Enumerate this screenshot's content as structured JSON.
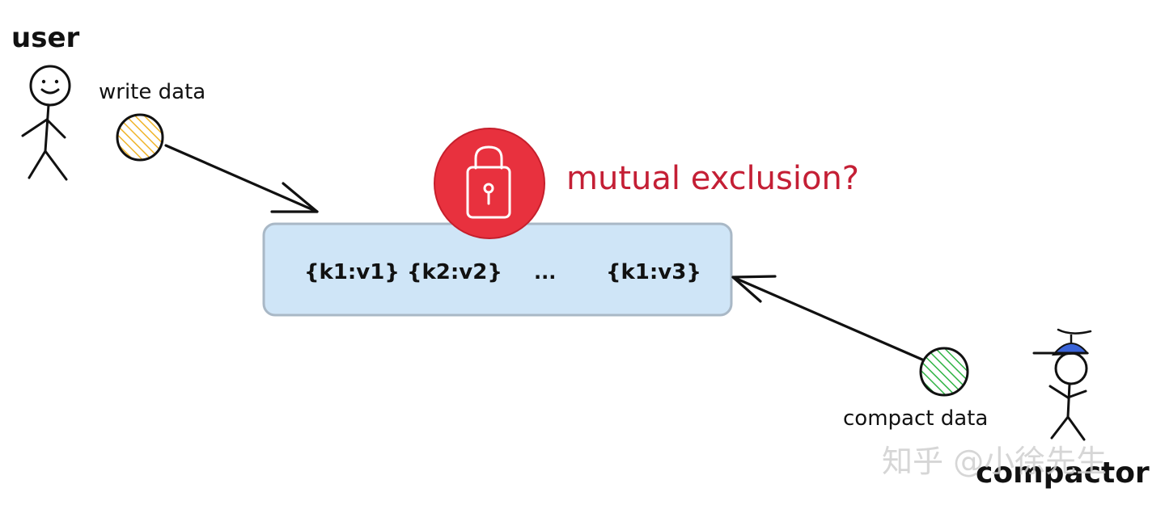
{
  "actors": {
    "user": {
      "label": "user"
    },
    "compactor": {
      "label": "compactor"
    }
  },
  "operations": {
    "write": {
      "label": "write data",
      "color": "#f0b429"
    },
    "compact": {
      "label": "compact data",
      "color": "#2fb344"
    }
  },
  "lock": {
    "label": "mutual exclusion?",
    "color": "#e8313e",
    "icon": "lock-icon"
  },
  "store": {
    "fill": "#cfe5f7",
    "stroke": "#a9b8c6",
    "entries": [
      "{k1:v1}",
      "{k2:v2}",
      "...",
      "{k1:v3}"
    ]
  },
  "watermark": {
    "text": "知乎 @小徐先生"
  },
  "colors": {
    "ink": "#111111",
    "cap": "#3a64d8"
  }
}
